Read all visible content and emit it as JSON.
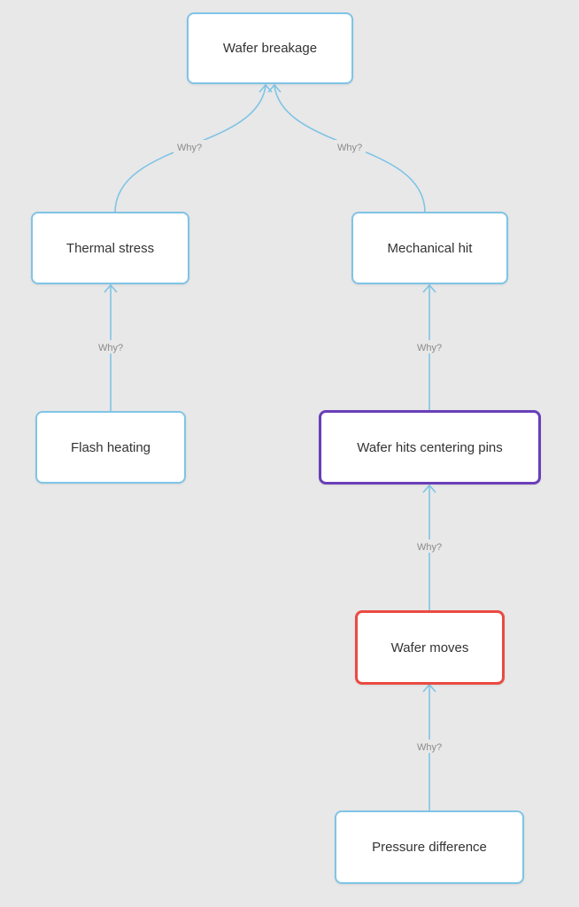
{
  "nodes": {
    "wafer_breakage": "Wafer breakage",
    "thermal_stress": "Thermal stress",
    "mechanical_hit": "Mechanical hit",
    "flash_heating": "Flash heating",
    "wafer_hits_centering_pins": "Wafer hits centering pins",
    "wafer_moves": "Wafer moves",
    "pressure_difference": "Pressure difference"
  },
  "edges": [
    {
      "from": "thermal_stress",
      "to": "wafer_breakage",
      "label": "Why?"
    },
    {
      "from": "mechanical_hit",
      "to": "wafer_breakage",
      "label": "Why?"
    },
    {
      "from": "flash_heating",
      "to": "thermal_stress",
      "label": "Why?"
    },
    {
      "from": "wafer_hits_centering_pins",
      "to": "mechanical_hit",
      "label": "Why?"
    },
    {
      "from": "wafer_moves",
      "to": "wafer_hits_centering_pins",
      "label": "Why?"
    },
    {
      "from": "pressure_difference",
      "to": "wafer_moves",
      "label": "Why?"
    }
  ],
  "colors": {
    "canvas_background": "#e8e8e8",
    "node_border": "#7fc4e6",
    "connector": "#7fc4e6",
    "highlight_purple": "#6a3fb8",
    "highlight_red": "#ea4a43",
    "text": "#333333",
    "label_text": "#8a8a8a"
  }
}
